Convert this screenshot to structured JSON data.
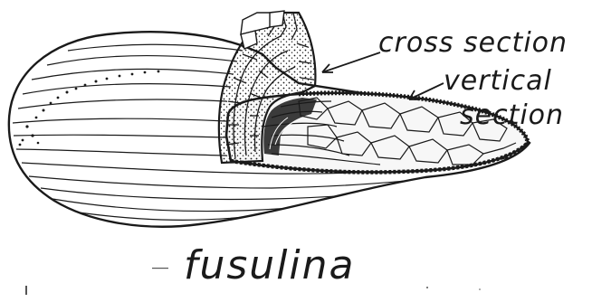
{
  "labels": {
    "cross_section": "cross section",
    "vertical_section_line1": "vertical",
    "vertical_section_line2": "section",
    "title": "fusulina"
  },
  "colors": {
    "ink": "#1a1a1a",
    "paper": "#ffffff"
  }
}
